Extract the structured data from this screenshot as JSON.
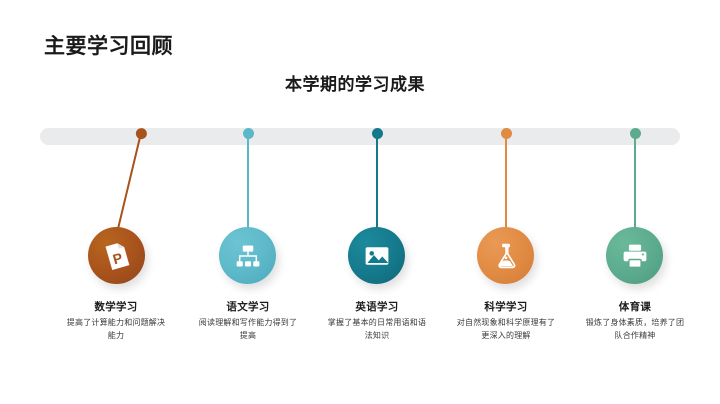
{
  "slide": {
    "title": "主要学习回顾",
    "subtitle": "本学期的学习成果",
    "background_color": "#ffffff",
    "bar_color": "#eaebec"
  },
  "timeline": {
    "items": [
      {
        "id": "math",
        "title": "数学学习",
        "description": "提高了计算能力和问题解决能力",
        "icon": "powerpoint-document-icon",
        "color": "#a8521c",
        "color_light": "#b8651f",
        "color_dark": "#8e4519"
      },
      {
        "id": "chinese",
        "title": "语文学习",
        "description": "阅读理解和写作能力得到了提高",
        "icon": "org-chart-icon",
        "color": "#5cb8c9",
        "color_light": "#6cc4d2",
        "color_dark": "#4aa8ba"
      },
      {
        "id": "english",
        "title": "英语学习",
        "description": "掌握了基本的日常用语和语法知识",
        "icon": "image-picture-icon",
        "color": "#15798c",
        "color_light": "#1c8a9c",
        "color_dark": "#0f6576"
      },
      {
        "id": "science",
        "title": "科学学习",
        "description": "对自然现象和科学原理有了更深入的理解",
        "icon": "flask-icon",
        "color": "#e08a43",
        "color_light": "#e99a55",
        "color_dark": "#d07a33"
      },
      {
        "id": "pe",
        "title": "体育课",
        "description": "锻炼了身体素质，培养了团队合作精神",
        "icon": "printer-icon",
        "color": "#5cab8e",
        "color_light": "#6bb99b",
        "color_dark": "#4b9a7d"
      }
    ]
  }
}
